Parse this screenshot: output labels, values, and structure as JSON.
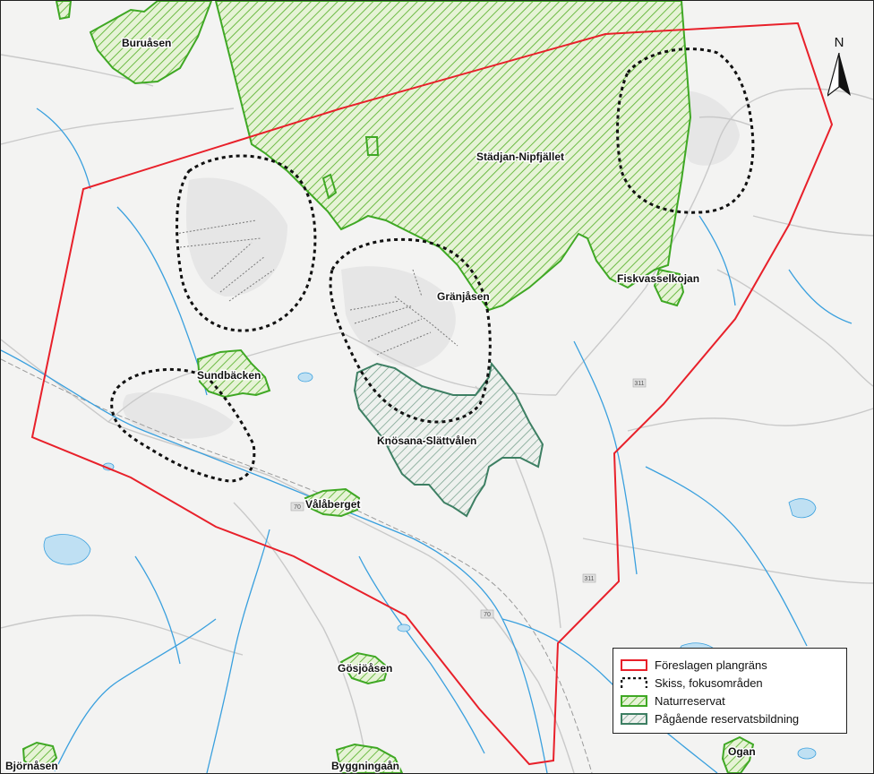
{
  "map": {
    "labels": [
      {
        "name": "Buruåsen"
      },
      {
        "name": "Städjan-Nipfjället"
      },
      {
        "name": "Fiskvasselkojan"
      },
      {
        "name": "Gränjåsen"
      },
      {
        "name": "Sundbäcken"
      },
      {
        "name": "Knösana-Slättvålen"
      },
      {
        "name": "Vålåberget"
      },
      {
        "name": "Gösjöåsen"
      },
      {
        "name": "Björnåsen"
      },
      {
        "name": "Byggningaån"
      },
      {
        "name": "Ogan"
      }
    ],
    "north_label": "N",
    "road_numbers": [
      "311",
      "311",
      "70",
      "70"
    ]
  },
  "legend": {
    "items": [
      {
        "label": "Föreslagen plangräns",
        "symbol": "red-outline",
        "color": "#e8202a"
      },
      {
        "label": "Skiss, fokusområden",
        "symbol": "black-dashed",
        "color": "#111111"
      },
      {
        "label": "Naturreservat",
        "symbol": "green-hatch",
        "color": "#3fa824"
      },
      {
        "label": "Pågående reservatsbildning",
        "symbol": "teal-hatch",
        "color": "#3d7f63"
      }
    ]
  },
  "colors": {
    "plan_border": "#e8202a",
    "nature_reserve": "#3fa824",
    "nature_reserve_fill": "#cfe8b4",
    "pending_reserve": "#3d7f63",
    "pending_reserve_fill": "#dce6dd",
    "water": "#3aa0de",
    "road": "#c9c9c9"
  }
}
